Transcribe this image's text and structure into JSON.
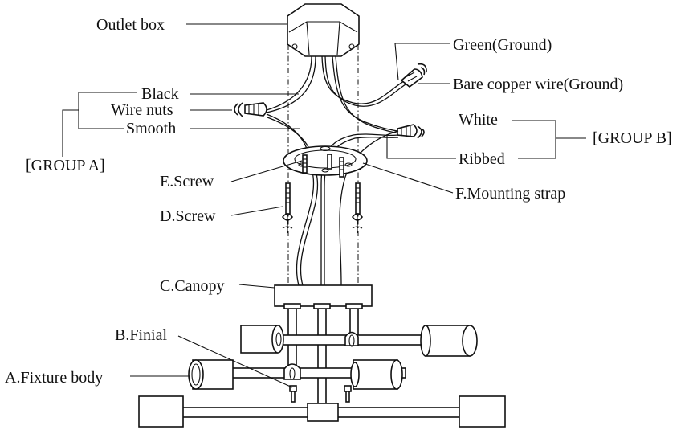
{
  "labels": {
    "outlet_box": "Outlet box",
    "green_ground": "Green(Ground)",
    "bare_copper": "Bare copper wire(Ground)",
    "black": "Black",
    "wire_nuts": "Wire nuts",
    "smooth": "Smooth",
    "group_a": "[GROUP A]",
    "white": "White",
    "ribbed": "Ribbed",
    "group_b": "[GROUP B]",
    "e_screw": "E.Screw",
    "f_mounting_strap": "F.Mounting strap",
    "d_screw": "D.Screw",
    "c_canopy": "C.Canopy",
    "b_finial": "B.Finial",
    "a_fixture_body": "A.Fixture body"
  },
  "colors": {
    "ink": "#111111",
    "background": "#ffffff"
  }
}
